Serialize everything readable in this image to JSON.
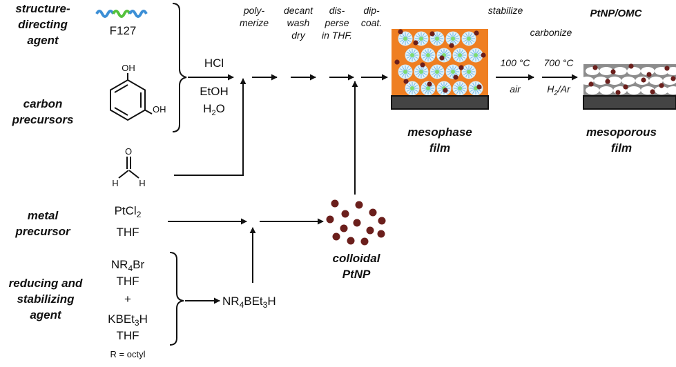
{
  "labels": {
    "structure_directing": [
      "structure-",
      "directing",
      "agent"
    ],
    "carbon_precursors": [
      "carbon",
      "precursors"
    ],
    "metal_precursor": [
      "metal",
      "precursor"
    ],
    "reducing_agent": [
      "reducing and",
      "stabilizing",
      "agent"
    ]
  },
  "reagents": {
    "f127": "F127",
    "oh": "OH",
    "h": "H",
    "o": "O",
    "ptcl": [
      "PtCl",
      "2"
    ],
    "thf": "THF",
    "nr4br": [
      "NR",
      "4",
      "Br"
    ],
    "plus": "+",
    "kbet3h": [
      "KBEt",
      "3",
      "H"
    ],
    "r_octyl": "R = octyl",
    "nr4bet3h": [
      "NR",
      "4",
      "BEt",
      "3",
      "H"
    ]
  },
  "conditions": {
    "hcl": "HCl",
    "etoh": "EtOH",
    "h2o": [
      "H",
      "2",
      "O"
    ]
  },
  "steps": {
    "polymerize": [
      "poly-",
      "merize"
    ],
    "decant": [
      "decant",
      "wash",
      "dry"
    ],
    "disperse": [
      "dis-",
      "perse",
      "in THF."
    ],
    "dipcoat": [
      "dip-",
      "coat."
    ],
    "stabilize": "stabilize",
    "carbonize": "carbonize",
    "t100": "100 °C",
    "air": "air",
    "t700": "700 °C",
    "h2ar": [
      "H",
      "2",
      "/Ar"
    ]
  },
  "products": {
    "ptnp_omc": "PtNP/OMC",
    "mesophase": [
      "mesophase",
      "film"
    ],
    "mesoporous": [
      "mesoporous",
      "film"
    ],
    "colloidal": [
      "colloidal",
      "PtNP"
    ]
  },
  "colors": {
    "orange": "#ef7f22",
    "micelle_fill": "#e4f1f9",
    "micelle_spoke": "#6ab9e8",
    "micelle_core": "#7ddc72",
    "particle": "#6b1f1c",
    "substrate": "#444444",
    "carbon_gray": "#8c8c8c"
  }
}
